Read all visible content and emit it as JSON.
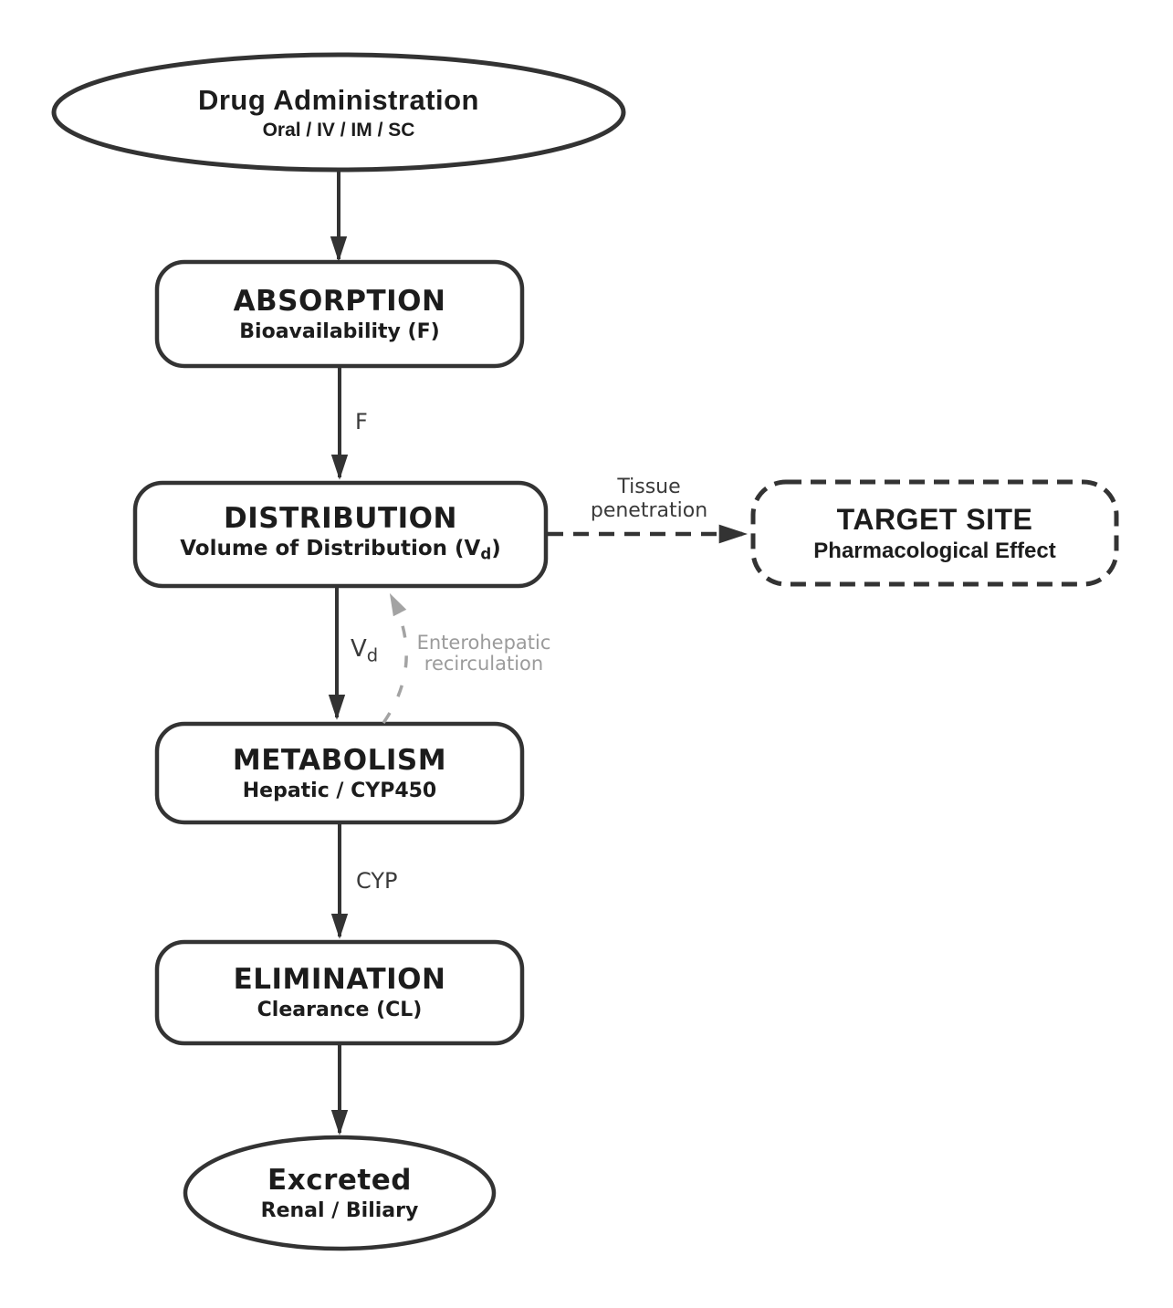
{
  "diagram": {
    "nodes": {
      "drug_administration": {
        "title": "Drug Administration",
        "subtitle": "Oral / IV / IM / SC"
      },
      "absorption": {
        "title": "ABSORPTION",
        "subtitle": "Bioavailability (F)"
      },
      "distribution": {
        "title": "DISTRIBUTION",
        "subtitle_pre": "Volume of Distribution (V",
        "subtitle_sub": "d",
        "subtitle_post": ")"
      },
      "target_site": {
        "title": "TARGET SITE",
        "subtitle": "Pharmacological Effect"
      },
      "metabolism": {
        "title": "METABOLISM",
        "subtitle": "Hepatic / CYP450"
      },
      "elimination": {
        "title": "ELIMINATION",
        "subtitle": "Clearance (CL)"
      },
      "excreted": {
        "title": "Excreted",
        "subtitle": "Renal / Biliary"
      }
    },
    "edges": {
      "f_label": "F",
      "vd_main": "V",
      "vd_sub": "d",
      "cyp_label": "CYP",
      "tissue_line1": "Tissue",
      "tissue_line2": "penetration",
      "entero_line1": "Enterohepatic",
      "entero_line2": "recirculation"
    },
    "colors": {
      "outline": "#333333",
      "node_text": "#1c1c1c",
      "edge_label_text": "#3a3a3a",
      "recirculation_gray": "#9b9b9b"
    }
  }
}
